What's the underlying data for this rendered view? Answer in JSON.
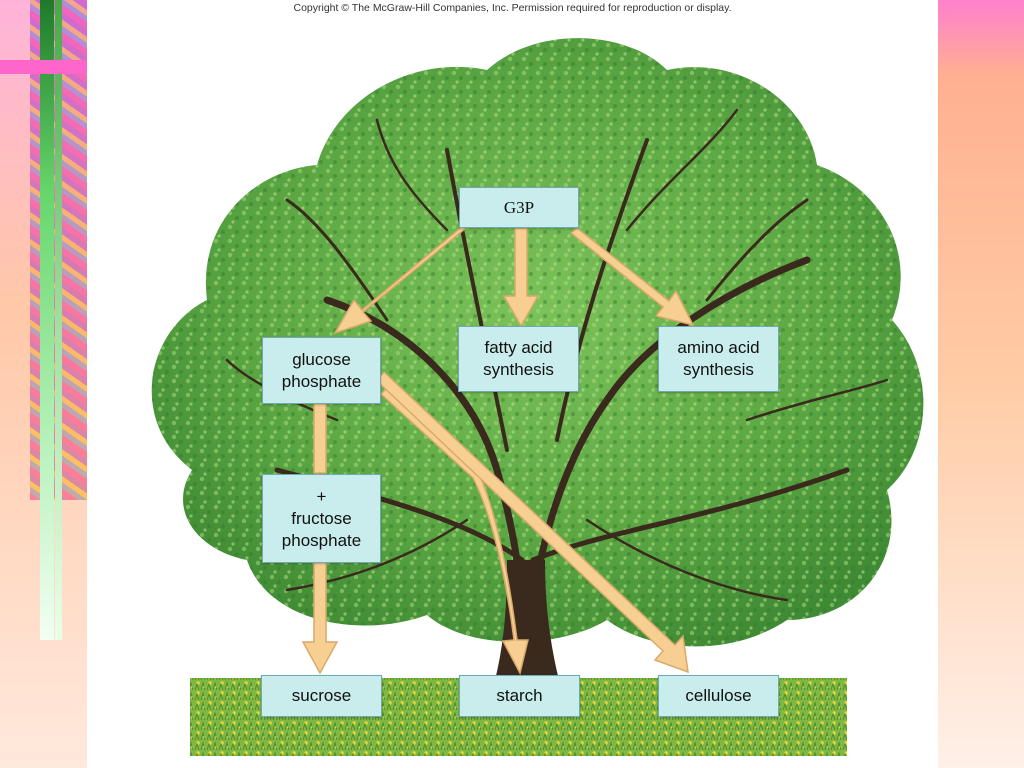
{
  "copyright": "Copyright © The McGraw-Hill Companies, Inc. Permission required for reproduction or display.",
  "nodes": {
    "g3p": "G3P",
    "glucose_phosphate": "glucose\nphosphate",
    "fatty_acid_synthesis": "fatty acid\nsynthesis",
    "amino_acid_synthesis": "amino acid\nsynthesis",
    "fructose_phosphate": "+\nfructose\nphosphate",
    "sucrose": "sucrose",
    "starch": "starch",
    "cellulose": "cellulose"
  },
  "colors": {
    "box_fill": "#c9ecec",
    "box_border": "#6fa9b3",
    "arrow_fill": "#f8cf92",
    "arrow_outline": "#d9a96a",
    "foliage": "#5da844",
    "trunk": "#3a2a1e",
    "grass": "#8cc24a"
  },
  "illustration": "tree-with-meadow"
}
